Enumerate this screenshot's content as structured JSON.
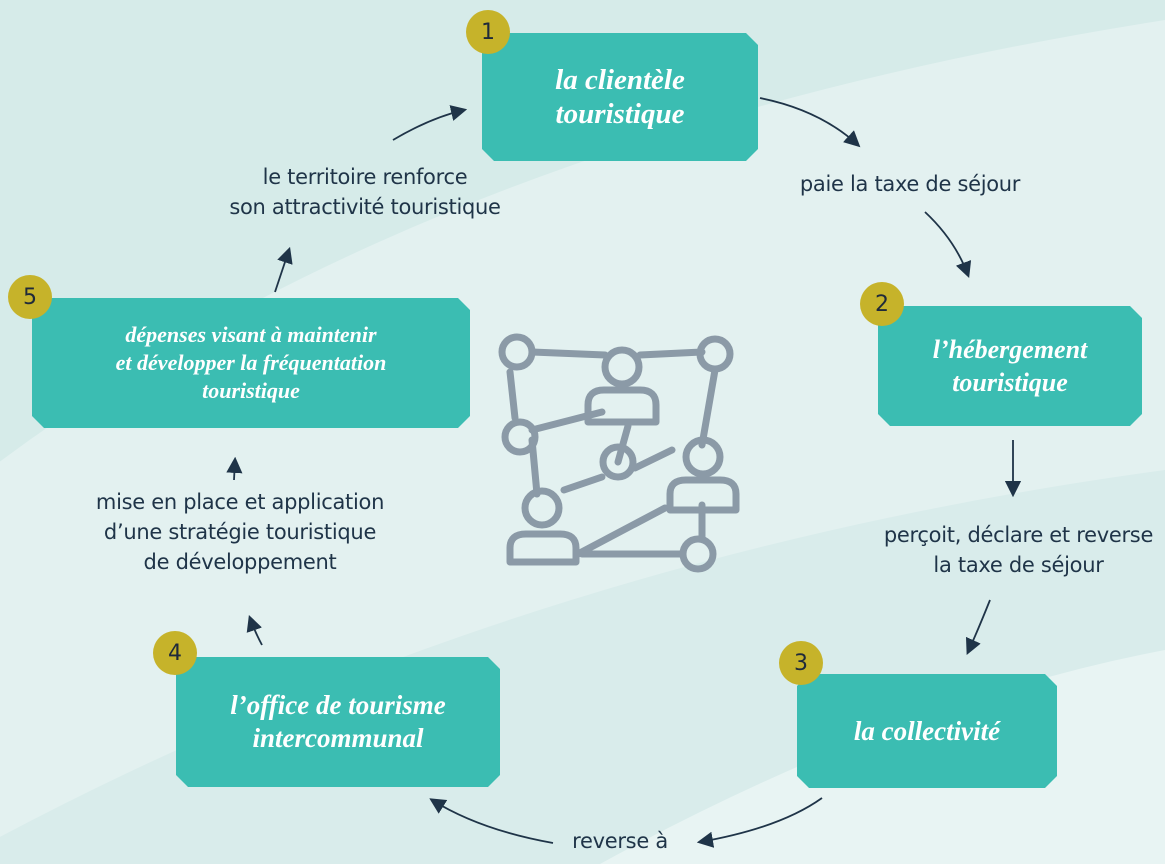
{
  "nodes": {
    "n1": {
      "number": "1",
      "label": "la clientèle\ntouristique"
    },
    "n2": {
      "number": "2",
      "label": "l’hébergement\ntouristique"
    },
    "n3": {
      "number": "3",
      "label": "la collectivité"
    },
    "n4": {
      "number": "4",
      "label": "l’office de tourisme\nintercommunal"
    },
    "n5": {
      "number": "5",
      "label": "dépenses visant à maintenir\net développer la fréquentation\ntouristique"
    }
  },
  "edges": {
    "e1": "paie la taxe de séjour",
    "e2": "perçoit, déclare et reverse\nla taxe de séjour",
    "e3": "reverse à",
    "e4": "mise en place et application\nd’une stratégie touristique\nde développement",
    "e5": "le territoire renforce\nson attractivité touristique"
  },
  "center_icon": "people-network-icon",
  "colors": {
    "node": "#3bbdb2",
    "badge": "#c6b32a",
    "text": "#1f3448",
    "icon": "#8b9aa7",
    "background": "#e3f1f0"
  }
}
